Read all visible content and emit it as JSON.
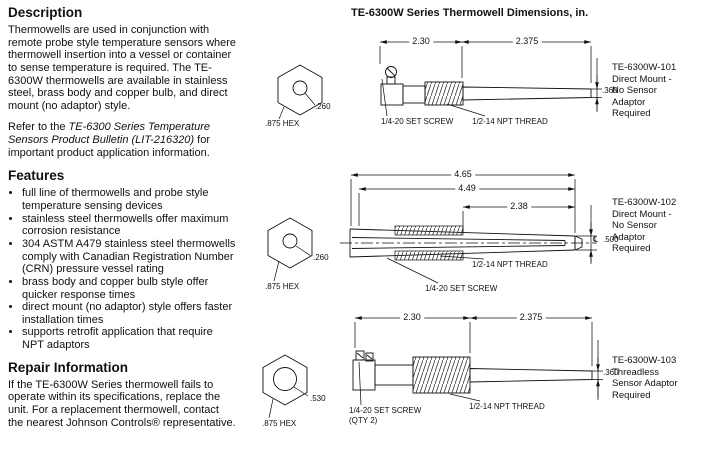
{
  "diagram": {
    "title": "TE-6300W Series Thermowell Dimensions, in."
  },
  "description": {
    "heading": "Description",
    "para1": "Thermowells are used in conjunction with remote probe style temperature sensors where thermowell insertion into a vessel or container to sense temperature is required. The TE-6300W thermowells are available in stainless steel, brass body and copper bulb, and direct mount (no adaptor) style.",
    "para2_pre": "Refer to the ",
    "para2_italic": "TE-6300 Series Temperature Sensors Product Bulletin (LIT-216320)",
    "para2_post": " for important product application information."
  },
  "features": {
    "heading": "Features",
    "items": [
      "full line of thermowells and probe style temperature sensing devices",
      "stainless steel thermowells offer maximum corrosion resistance",
      "304 ASTM A479 stainless steel thermowells comply with Canadian Registration Number (CRN) pressure vessel rating",
      "brass body and copper bulb style offer quicker response times",
      "direct mount (no adaptor) style offers faster installation times",
      "supports retrofit application that require NPT adaptors"
    ]
  },
  "repair": {
    "heading": "Repair Information",
    "para": "If the TE-6300W Series thermowell fails to operate within its specifications, replace the unit. For a replacement thermowell, contact the nearest Johnson Controls® representative."
  },
  "figures": {
    "fig1": {
      "model": "TE-6300W-101\nDirect Mount -\nNo Sensor\nAdaptor\nRequired",
      "dim_a": "2.30",
      "dim_b": "2.375",
      "bore_dia": ".260",
      "hex_size": ".875 HEX",
      "tip_dia": ".360",
      "set_screw": "1/4-20 SET SCREW",
      "npt_thread": "1/2-14 NPT THREAD"
    },
    "fig2": {
      "model": "TE-6300W-102\nDirect Mount -\nNo Sensor\nAdaptor\nRequired",
      "dim_overall": "4.65",
      "dim_b": "4.49",
      "dim_c": "2.38",
      "bore_dia": ".260",
      "hex_size": ".875 HEX",
      "centerline": "℄",
      "tip_dia": ".500",
      "npt_thread": "1/2-14 NPT THREAD",
      "set_screw": "1/4-20 SET SCREW"
    },
    "fig3": {
      "model": "TE-6300W-103\nThreadless\nSensor Adaptor\nRequired",
      "dim_a": "2.30",
      "dim_b": "2.375",
      "bore_dia": ".530",
      "hex_size": ".875 HEX",
      "tip_dia": ".360",
      "set_screw": "1/4-20 SET SCREW",
      "set_screw_qty": "(QTY 2)",
      "npt_thread": "1/2-14 NPT THREAD"
    }
  }
}
